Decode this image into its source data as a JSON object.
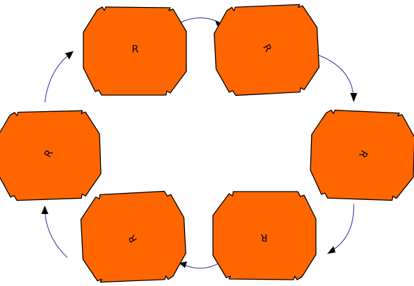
{
  "colors": {
    "hexagon_fill": "#ff6600",
    "arrow_stroke": "#2a2aa8",
    "arrowhead": "#000000"
  },
  "hexagons": [
    {
      "label": "R"
    },
    {
      "label": "R"
    },
    {
      "label": "R"
    },
    {
      "label": "R"
    },
    {
      "label": "R"
    },
    {
      "label": "R"
    }
  ]
}
